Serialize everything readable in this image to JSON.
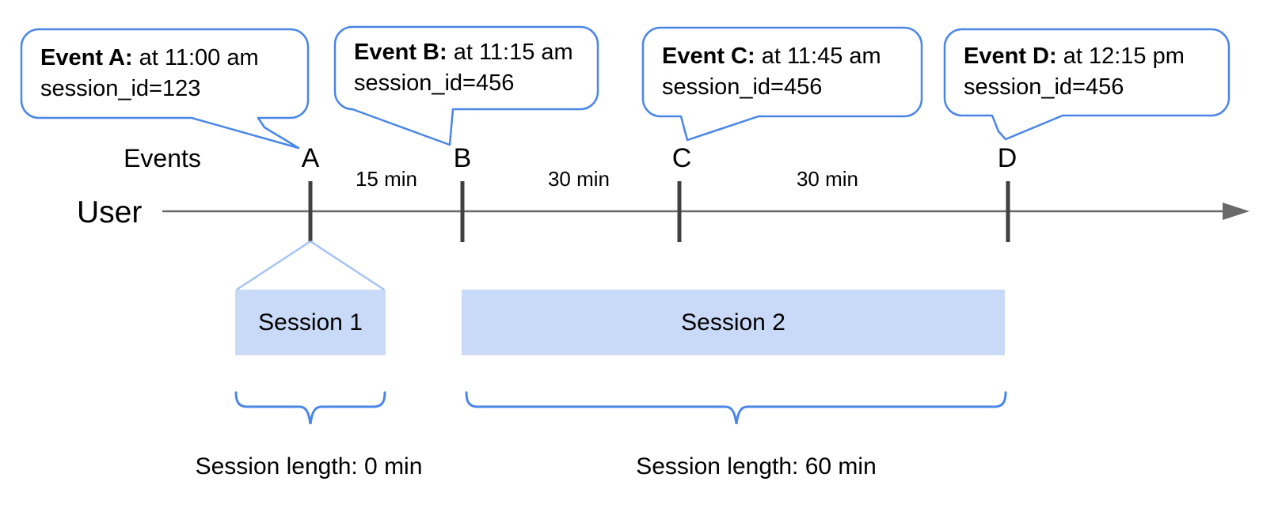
{
  "diagram": {
    "user_label": "User",
    "events_label": "Events"
  },
  "callouts": [
    {
      "letter": "A",
      "event": "Event A:",
      "time": " at 11:00 am",
      "session": "session_id=123"
    },
    {
      "letter": "B",
      "event": "Event B:",
      "time": " at 11:15 am",
      "session": "session_id=456"
    },
    {
      "letter": "C",
      "event": "Event C:",
      "time": " at 11:45 am",
      "session": "session_id=456"
    },
    {
      "letter": "D",
      "event": "Event D:",
      "time": " at 12:15 pm",
      "session": "session_id=456"
    }
  ],
  "intervals": [
    "15 min",
    "30 min",
    "30 min"
  ],
  "sessions": [
    {
      "label": "Session 1",
      "length": "Session length: 0 min"
    },
    {
      "label": "Session 2",
      "length": "Session length: 60 min"
    }
  ],
  "colors": {
    "callout_border": "#4a86e8",
    "brace": "#4a86e8",
    "funnel_line": "#a4c2f4",
    "session_fill": "#c9daf8",
    "timeline_line": "#696969",
    "tick": "#404040",
    "text": "#000000"
  }
}
